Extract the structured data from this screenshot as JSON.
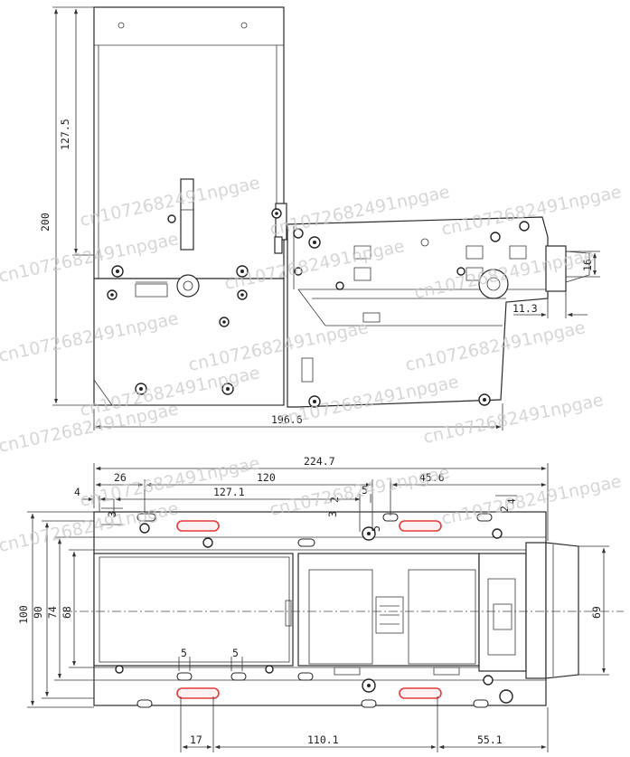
{
  "watermark": "cn1072682491npgae",
  "dimensions": {
    "d_200": "200",
    "d_127_5": "127.5",
    "d_196_6": "196.6",
    "d_16": "16",
    "d_11_3": "11.3",
    "d_224_7": "224.7",
    "d_26": "26",
    "d_120": "120",
    "d_45_6": "45.6",
    "d_4": "4",
    "d_127_1": "127.1",
    "d_5": "5",
    "d_3": "3",
    "d_2": "2",
    "d_100": "100",
    "d_90": "90",
    "d_74": "74",
    "d_68": "68",
    "d_69": "69",
    "d_17": "17",
    "d_110_1": "110.1",
    "d_55_1": "55.1"
  }
}
